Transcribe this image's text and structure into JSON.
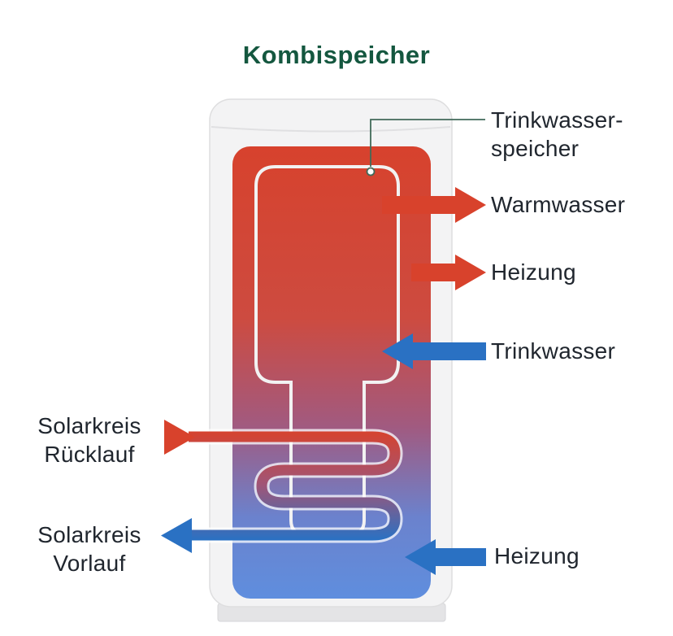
{
  "title": "Kombispeicher",
  "callouts": {
    "inner_tank": {
      "line1": "Trinkwasser-",
      "line2": "speicher"
    },
    "warmwasser": "Warmwasser",
    "heizung_supply": "Heizung",
    "trinkwasser": "Trinkwasser",
    "solar_return": {
      "line1": "Solarkreis",
      "line2": "Rücklauf"
    },
    "solar_flow": {
      "line1": "Solarkreis",
      "line2": "Vorlauf"
    },
    "heizung_return": "Heizung"
  },
  "colors": {
    "title_green": "#14573f",
    "hot_red": "#d8422c",
    "cold_blue": "#2a71c3",
    "gradient_top": "#d7422d",
    "gradient_bottom": "#5f8ede",
    "label_text": "#20262e",
    "leader_line": "#416a59",
    "tank_fill": "#f3f3f4",
    "tank_border": "#dededf",
    "base_fill": "#e4e4e6",
    "inner_outline": "#f2f2f2"
  }
}
